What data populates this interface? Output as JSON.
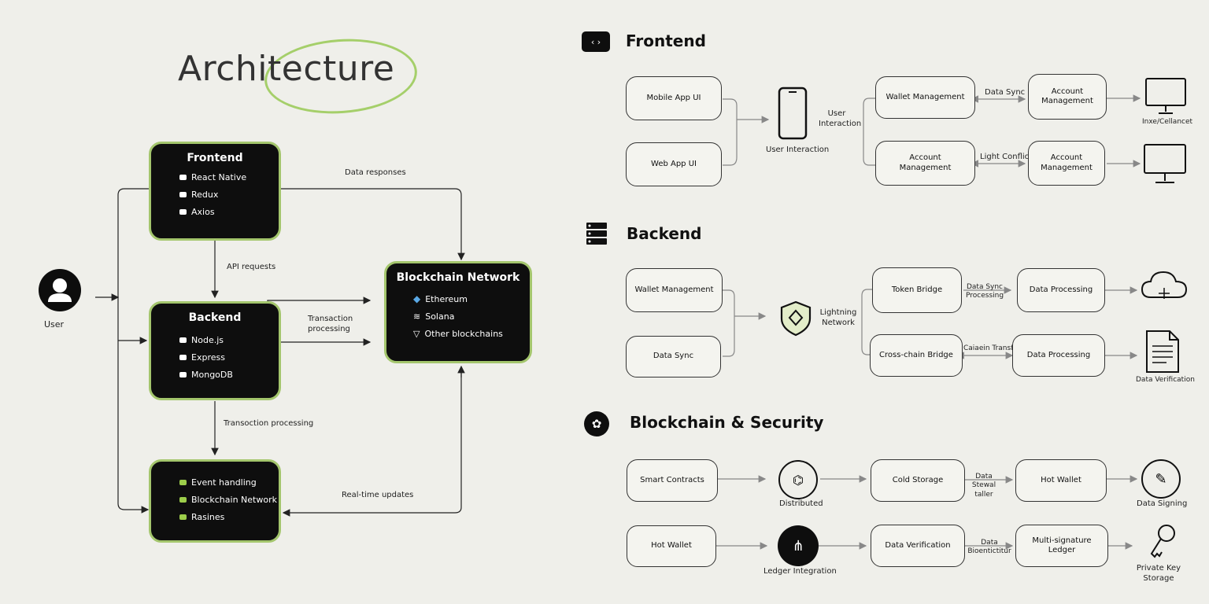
{
  "architecture_title": "Architecture",
  "user_label": "User",
  "frontend_box": {
    "title": "Frontend",
    "items": [
      "React Native",
      "Redux",
      "Axios"
    ]
  },
  "backend_box": {
    "title": "Backend",
    "items": [
      "Node.js",
      "Express",
      "MongoDB"
    ]
  },
  "events_box": {
    "items": [
      "Event handling",
      "Blockchain Network",
      "Rasines"
    ]
  },
  "blockchain_box": {
    "title": "Blockchain Network",
    "items": [
      "Ethereum",
      "Solana",
      "Other blockchains"
    ]
  },
  "arrow_labels": {
    "data_responses": "Data responses",
    "api_requests": "API requests",
    "transaction_processing": "Transaction processing",
    "transaction_processing_2": "Transoction processing",
    "real_time_updates": "Real-time updates"
  },
  "frontend_section": {
    "title": "Frontend",
    "mobile_app_ui": "Mobile App UI",
    "web_app_ui": "Web App UI",
    "user_interaction": "User Interaction",
    "user_interaction_device": "User Interaction",
    "wallet_management": "Wallet Management",
    "data_sync": "Data Sync",
    "account_management_1": "Account Management",
    "account_management_2": "Account Management",
    "light_conflict": "Light Conflict",
    "account_management_3": "Account Management",
    "monitor_1_label": "Inxe/Cellancet"
  },
  "backend_section": {
    "title": "Backend",
    "wallet_management": "Wallet Management",
    "data_sync": "Data Sync",
    "lightning_network": "Lightning Network",
    "token_bridge": "Token Bridge",
    "data_sync_processing": "Data Sync Processing",
    "data_processing_1": "Data Processing",
    "cross_chain_bridge": "Cross-chain Bridge",
    "careain_transfer": "Caiaein Transfer",
    "data_processing_2": "Data Processing",
    "data_verification": "Data Verification"
  },
  "security_section": {
    "title": "Blockchain & Security",
    "smart_contracts": "Smart Contracts",
    "distributed": "Distributed",
    "cold_storage": "Cold Storage",
    "data_stewal_taller": "Data Stewal taller",
    "hot_wallet_1": "Hot Wallet",
    "data_signing": "Data Signing",
    "hot_wallet_2": "Hot Wallet",
    "ledger_integration": "Ledger Integration",
    "data_verification": "Data Verification",
    "data_bioentictitur": "Data Bioentictitur",
    "multi_signature_ledger": "Multi-signature Ledger",
    "private_key_storage": "Private Key Storage"
  }
}
